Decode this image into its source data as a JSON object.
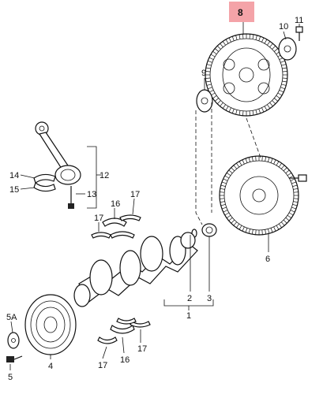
{
  "callouts": {
    "c1": "1",
    "c2": "2",
    "c3": "3",
    "c4": "4",
    "c5": "5",
    "c5a": "5A",
    "c6": "6",
    "c8": "8",
    "c9": "9",
    "c10": "10",
    "c11": "11",
    "c12": "12",
    "c13": "13",
    "c14": "14",
    "c15": "15",
    "c16_top": "16",
    "c16_bottom": "16",
    "c17_top_left": "17",
    "c17_top_right": "17",
    "c17_bottom_left": "17",
    "c17_bottom_right": "17"
  },
  "highlight": {
    "color": "#f4a3a8"
  }
}
